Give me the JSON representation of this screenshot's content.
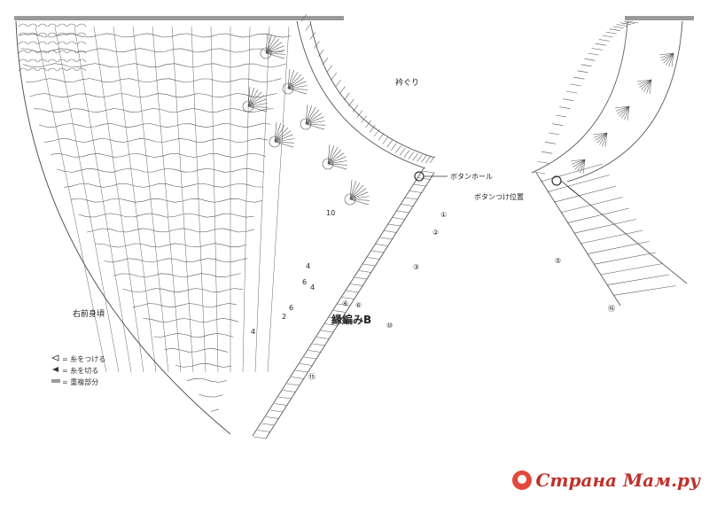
{
  "labels": {
    "neckline": "衿ぐり",
    "buttonhole": "ボタンホール",
    "button_position": "ボタンつけ位置",
    "right_front_body": "右前身頃",
    "edging_b": "縁編みB",
    "row_10": "10",
    "row_4a": "4",
    "row_6a": "6",
    "row_4b": "4",
    "row_6b": "6",
    "row_4c": "4",
    "row_2": "2"
  },
  "row_markers": [
    "①",
    "②",
    "③",
    "④",
    "⑤",
    "⑥",
    "⑩",
    "⑮",
    "⑯"
  ],
  "legend": [
    {
      "symbol": "open-triangle",
      "text": "= 糸をつける"
    },
    {
      "symbol": "filled-triangle",
      "text": "= 糸を切る"
    },
    {
      "symbol": "gray-bar",
      "text": "= 重複部分"
    }
  ],
  "watermark": "Страна Мам.ру",
  "colors": {
    "line": "#555555",
    "watermark": "#c0302a"
  }
}
